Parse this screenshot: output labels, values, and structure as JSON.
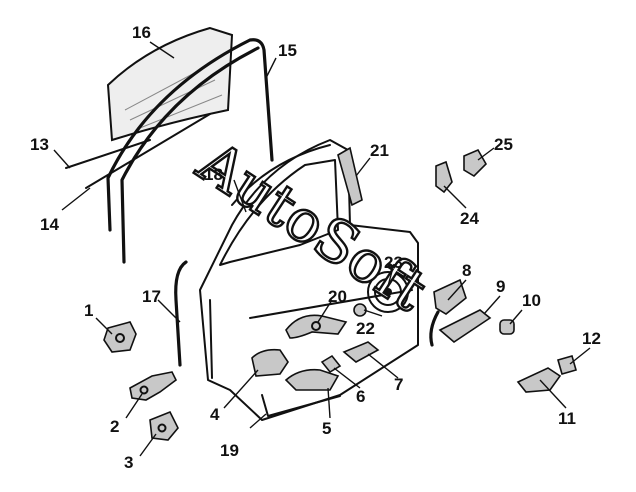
{
  "diagram": {
    "watermark": "AutoSoft",
    "callouts": [
      {
        "id": "1",
        "text": "1"
      },
      {
        "id": "2",
        "text": "2"
      },
      {
        "id": "3",
        "text": "3"
      },
      {
        "id": "4",
        "text": "4"
      },
      {
        "id": "5",
        "text": "5"
      },
      {
        "id": "6",
        "text": "6"
      },
      {
        "id": "7",
        "text": "7"
      },
      {
        "id": "8",
        "text": "8"
      },
      {
        "id": "9",
        "text": "9"
      },
      {
        "id": "10",
        "text": "10"
      },
      {
        "id": "11",
        "text": "11"
      },
      {
        "id": "12",
        "text": "12"
      },
      {
        "id": "13",
        "text": "13"
      },
      {
        "id": "14",
        "text": "14"
      },
      {
        "id": "15",
        "text": "15"
      },
      {
        "id": "16",
        "text": "16"
      },
      {
        "id": "17",
        "text": "17"
      },
      {
        "id": "18",
        "text": "18"
      },
      {
        "id": "19",
        "text": "19"
      },
      {
        "id": "20",
        "text": "20"
      },
      {
        "id": "21",
        "text": "21"
      },
      {
        "id": "22",
        "text": "22"
      },
      {
        "id": "23",
        "text": "23"
      },
      {
        "id": "24",
        "text": "24"
      },
      {
        "id": "25",
        "text": "25"
      }
    ]
  }
}
